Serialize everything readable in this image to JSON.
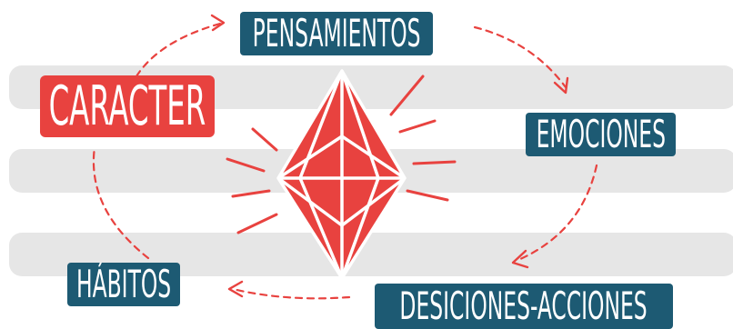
{
  "diagram": {
    "labels": {
      "pensamientos": "PENSAMIENTOS",
      "emociones": "EMOCIONES",
      "desiciones_acciones": "DESICIONES-ACCIONES",
      "habitos": "HÁBITOS",
      "caracter": "CARACTER"
    },
    "colors": {
      "blue": "#1d5a73",
      "red": "#e8423f",
      "band": "#e6e6e6"
    },
    "center_icon": "red-diamond-gem-icon"
  }
}
